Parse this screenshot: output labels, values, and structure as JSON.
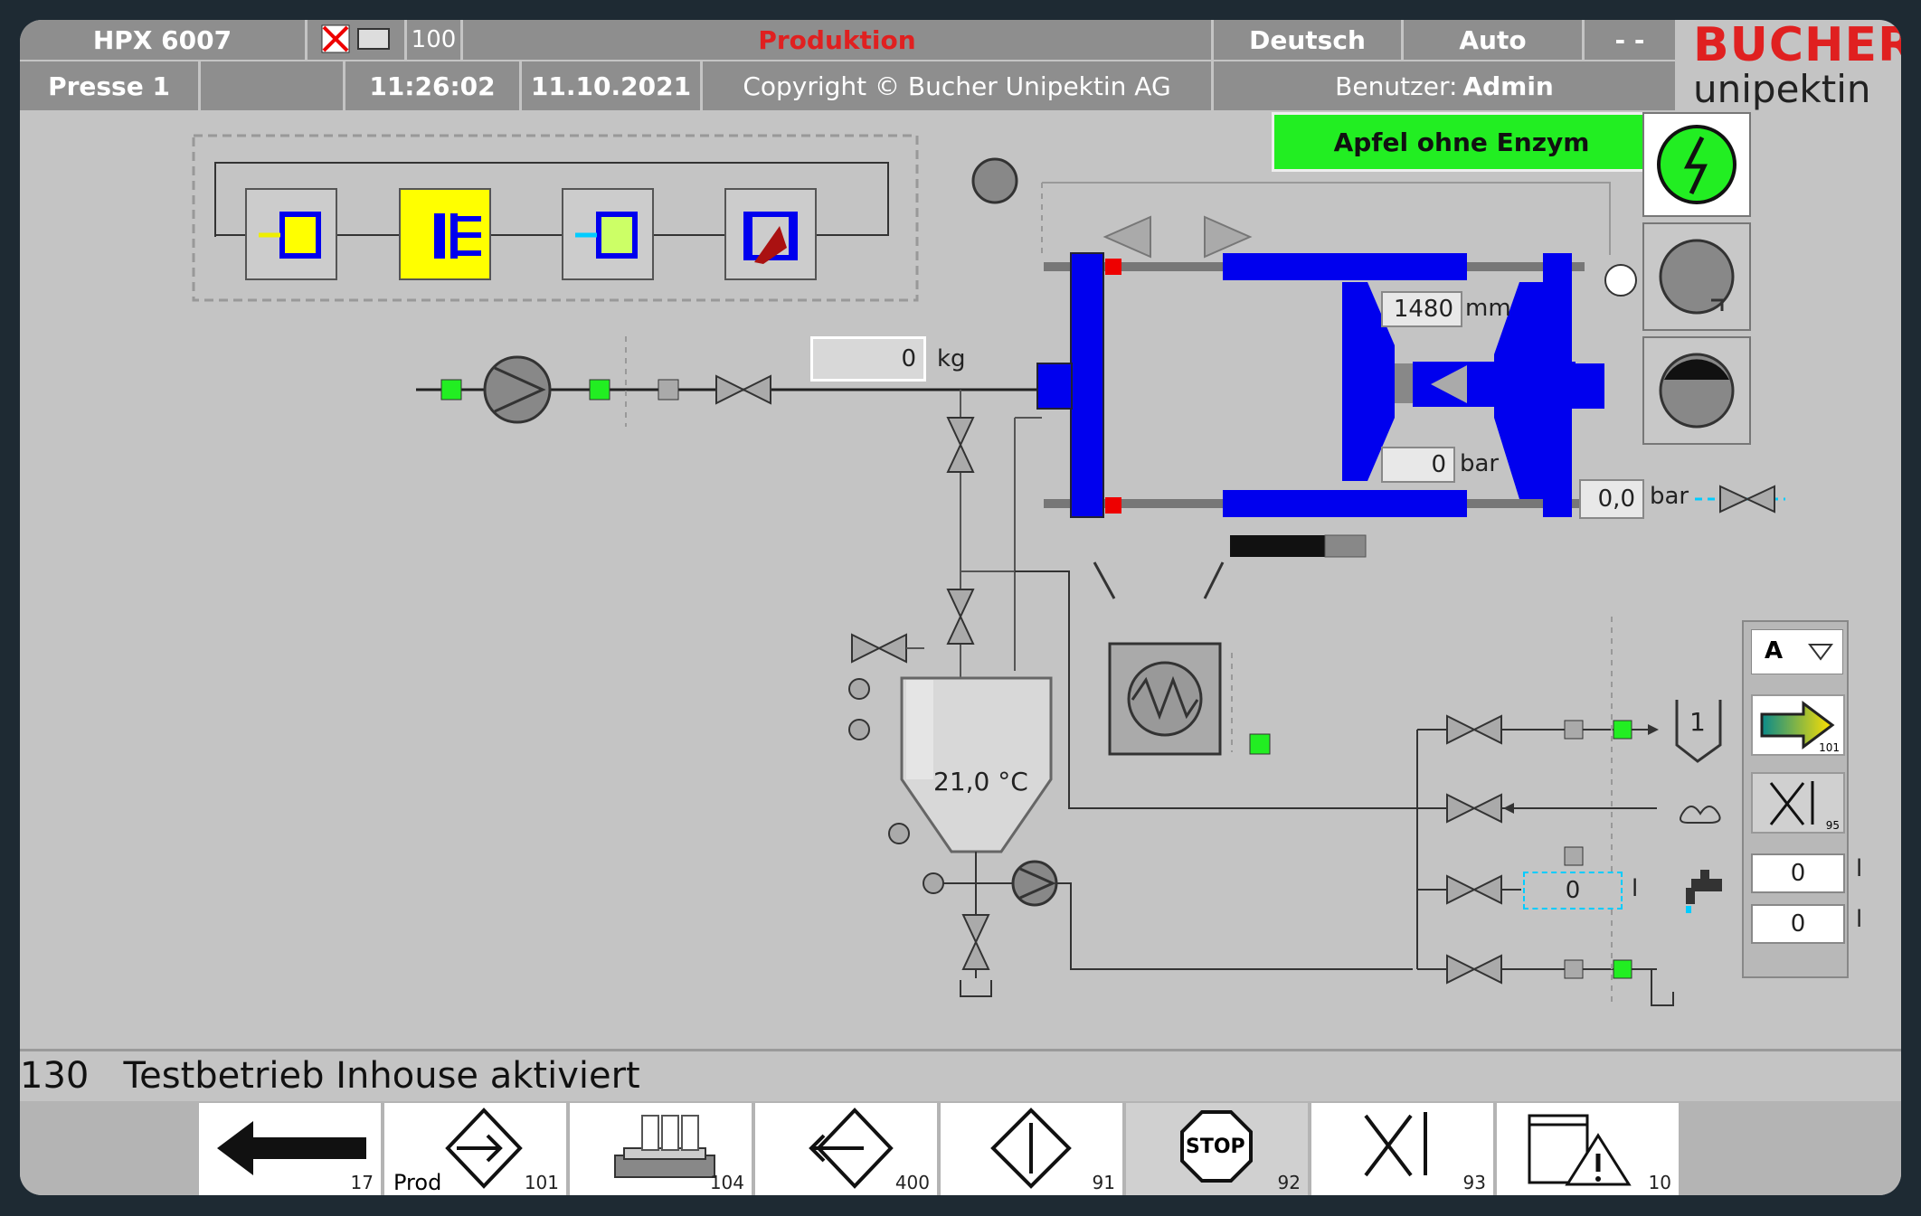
{
  "header": {
    "machine": "HPX 6007",
    "value": "100",
    "mode_status": "Produktion",
    "language": "Deutsch",
    "operating_mode": "Auto",
    "extra": "- -",
    "press": "Presse 1",
    "time": "11:26:02",
    "date": "11.10.2021",
    "copyright": "Copyright © Bucher Unipektin AG",
    "user_label": "Benutzer:",
    "user": "Admin"
  },
  "logo": {
    "brand": "BUCHER",
    "sub": "unipektin"
  },
  "recipe": "Apfel ohne Enzym",
  "readouts": {
    "weight_value": "0",
    "weight_unit": "kg",
    "stroke_value": "1480",
    "stroke_unit": "mm",
    "pressure_value": "0",
    "pressure_unit": "bar",
    "line_pressure_value": "0,0",
    "line_pressure_unit": "bar",
    "tank_temp": "21,0 °C",
    "water_value": "0",
    "water_unit": "l"
  },
  "right_panel": {
    "selector": "A",
    "counter1": "0",
    "counter1_unit": "l",
    "counter2": "0",
    "counter2_unit": "l",
    "tank_number": "1",
    "arrow_num": "101",
    "xi_num": "95"
  },
  "status_message": {
    "code": "130",
    "text": "Testbetrieb Inhouse aktiviert"
  },
  "function_keys": [
    {
      "label": "",
      "num": "17"
    },
    {
      "label": "Prod",
      "num": "101"
    },
    {
      "label": "",
      "num": "104"
    },
    {
      "label": "",
      "num": "400"
    },
    {
      "label": "",
      "num": "91"
    },
    {
      "label": "STOP",
      "num": "92"
    },
    {
      "label": "",
      "num": "93"
    },
    {
      "label": "",
      "num": "10"
    }
  ],
  "colors": {
    "accent_blue": "#0000ee",
    "recipe_green": "#22ee22",
    "status_red": "#e02020"
  }
}
